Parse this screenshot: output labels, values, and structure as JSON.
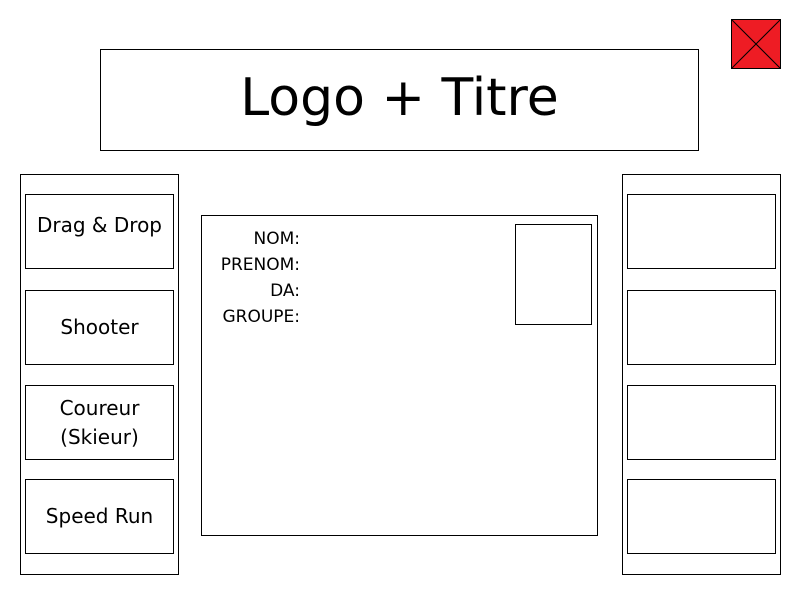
{
  "header": {
    "title": "Logo + Titre"
  },
  "close_button": {
    "icon": "close-icon",
    "fill_color": "#ee1c24",
    "stroke_color": "#000000"
  },
  "left_menu": {
    "items": [
      {
        "label": "Drag & Drop"
      },
      {
        "label": "Shooter"
      },
      {
        "label": "Coureur\n(Skieur)"
      },
      {
        "label": "Speed Run"
      }
    ]
  },
  "right_menu": {
    "items": [
      {
        "label": ""
      },
      {
        "label": ""
      },
      {
        "label": ""
      },
      {
        "label": ""
      }
    ]
  },
  "profile": {
    "labels": {
      "nom": "NOM:",
      "prenom": "PRENOM:",
      "da": "DA:",
      "groupe": "GROUPE:"
    }
  }
}
